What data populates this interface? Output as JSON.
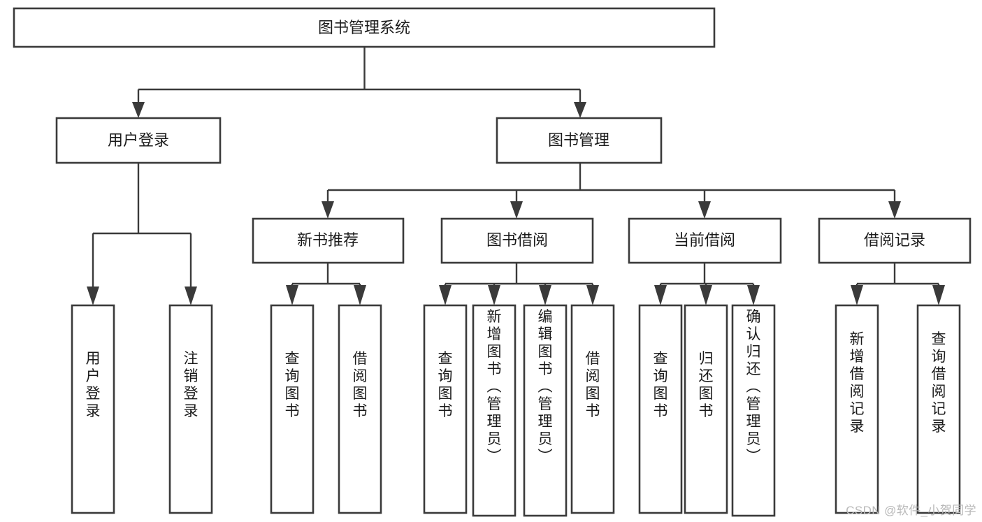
{
  "diagram": {
    "title": "图书管理系统",
    "type": "tree-hierarchy",
    "watermark": "CSDN @软件_小贺同学",
    "colors": {
      "box_stroke": "#3a3a3a",
      "box_fill": "#ffffff",
      "line": "#3a3a3a",
      "text": "#1b1b1b",
      "background": "#ffffff",
      "watermark": "#b9b9b9"
    },
    "root": {
      "id": "root",
      "label": "图书管理系统",
      "orientation": "horizontal"
    },
    "level2": [
      {
        "id": "user-login",
        "label": "用户登录",
        "orientation": "horizontal"
      },
      {
        "id": "book-manage",
        "label": "图书管理",
        "orientation": "horizontal"
      }
    ],
    "level3": [
      {
        "id": "new-book-recommend",
        "label": "新书推荐",
        "orientation": "horizontal",
        "parent": "book-manage"
      },
      {
        "id": "book-borrow",
        "label": "图书借阅",
        "orientation": "horizontal",
        "parent": "book-manage"
      },
      {
        "id": "current-borrow",
        "label": "当前借阅",
        "orientation": "horizontal",
        "parent": "book-manage"
      },
      {
        "id": "borrow-record",
        "label": "借阅记录",
        "orientation": "horizontal",
        "parent": "book-manage"
      }
    ],
    "leaves": [
      {
        "id": "leaf-user-login",
        "label": "用户登录",
        "parent": "user-login",
        "orientation": "vertical"
      },
      {
        "id": "leaf-user-logout",
        "label": "注销登录",
        "parent": "user-login",
        "orientation": "vertical"
      },
      {
        "id": "leaf-query-book-1",
        "label": "查询图书",
        "parent": "new-book-recommend",
        "orientation": "vertical"
      },
      {
        "id": "leaf-borrow-book-1",
        "label": "借阅图书",
        "parent": "new-book-recommend",
        "orientation": "vertical"
      },
      {
        "id": "leaf-query-book-2",
        "label": "查询图书",
        "parent": "book-borrow",
        "orientation": "vertical"
      },
      {
        "id": "leaf-add-book",
        "label": "新增图书（管理员）",
        "parent": "book-borrow",
        "orientation": "vertical"
      },
      {
        "id": "leaf-edit-book",
        "label": "编辑图书（管理员）",
        "parent": "book-borrow",
        "orientation": "vertical"
      },
      {
        "id": "leaf-borrow-book-2",
        "label": "借阅图书",
        "parent": "book-borrow",
        "orientation": "vertical"
      },
      {
        "id": "leaf-query-book-3",
        "label": "查询图书",
        "parent": "current-borrow",
        "orientation": "vertical"
      },
      {
        "id": "leaf-return-book",
        "label": "归还图书",
        "parent": "current-borrow",
        "orientation": "vertical"
      },
      {
        "id": "leaf-confirm-return",
        "label": "确认归还（管理员）",
        "parent": "current-borrow",
        "orientation": "vertical"
      },
      {
        "id": "leaf-add-record",
        "label": "新增借阅记录",
        "parent": "borrow-record",
        "orientation": "vertical"
      },
      {
        "id": "leaf-query-record",
        "label": "查询借阅记录",
        "parent": "borrow-record",
        "orientation": "vertical"
      }
    ]
  }
}
